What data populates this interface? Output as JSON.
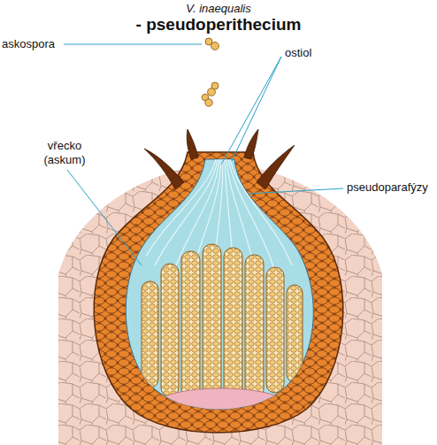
{
  "diagram": {
    "title": "- pseudoperithecium",
    "labels": [
      "V. inaequalis",
      "askospora",
      "ostiol",
      "vřecko (askum)",
      "pseudoparafýzy"
    ]
  }
}
